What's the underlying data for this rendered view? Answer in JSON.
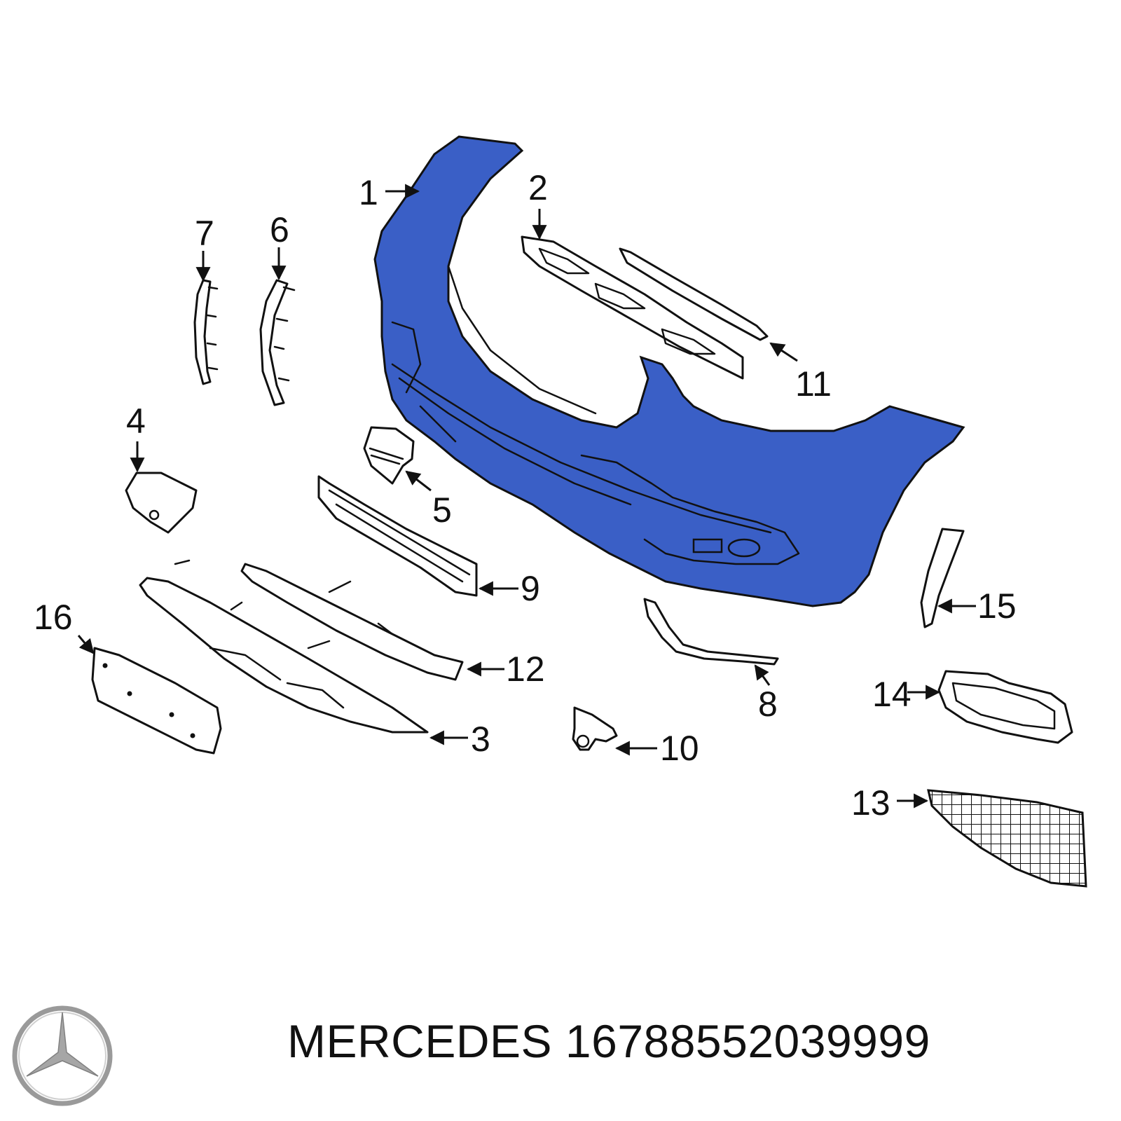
{
  "colors": {
    "highlight": "#3a5fc6",
    "line": "#111111",
    "background": "#ffffff"
  },
  "callouts": {
    "c1": "1",
    "c2": "2",
    "c3": "3",
    "c4": "4",
    "c5": "5",
    "c6": "6",
    "c7": "7",
    "c8": "8",
    "c9": "9",
    "c10": "10",
    "c11": "11",
    "c12": "12",
    "c13": "13",
    "c14": "14",
    "c15": "15",
    "c16": "16"
  },
  "footer": {
    "brand": "MERCEDES",
    "part_number": "16788552039999",
    "logo_icon": "mercedes-star-icon"
  }
}
